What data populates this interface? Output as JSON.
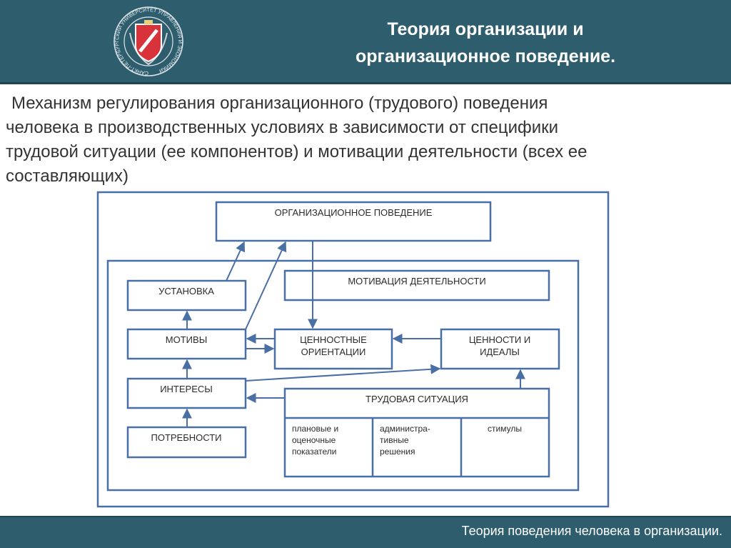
{
  "header": {
    "title_line1": "Теория организации и",
    "title_line2": "организационное поведение.",
    "colors": {
      "band": "#2e5e6e",
      "text": "#ffffff"
    }
  },
  "logo": {
    "icon": "university-seal-icon",
    "ring_text": "САНКТ-ПЕТЕРБУРГСКИЙ УНИВЕРСИТЕТ УПРАВЛЕНИЯ И ЭКОНОМИКИ"
  },
  "subtitle": {
    "line1": "Механизм регулирования организационного (трудового) поведения",
    "line2": "человека в производственных условиях в зависимости от специфики",
    "line3": "трудовой ситуации (ее компонентов) и мотивации деятельности (всех ее",
    "line4": "составляющих)"
  },
  "diagram": {
    "stroke_color": "#4a6fa5",
    "nodes": {
      "org_behavior": "ОРГАНИЗАЦИОННОЕ ПОВЕДЕНИЕ",
      "motivation": "МОТИВАЦИЯ ДЕЯТЕЛЬНОСТИ",
      "ustanovka": "УСТАНОВКА",
      "motives": "МОТИВЫ",
      "value_orient_1": "ЦЕННОСТНЫЕ",
      "value_orient_2": "ОРИЕНТАЦИИ",
      "values_ideals_1": "ЦЕННОСТИ И",
      "values_ideals_2": "ИДЕАЛЫ",
      "interests": "ИНТЕРЕСЫ",
      "needs": "ПОТРЕБНОСТИ",
      "labor_situation": "ТРУДОВАЯ СИТУАЦИЯ",
      "cell1_1": "плановые и",
      "cell1_2": "оценочные",
      "cell1_3": "показатели",
      "cell2_1": "администра-",
      "cell2_2": "тивные",
      "cell2_3": "решения",
      "cell3": "стимулы"
    }
  },
  "footer": {
    "text": "Теория поведения человека в организации."
  }
}
